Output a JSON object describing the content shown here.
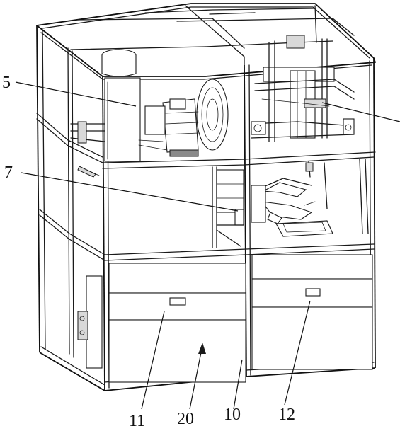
{
  "figure": {
    "labels": {
      "l5": "5",
      "l7": "7",
      "l11": "11",
      "l20": "20",
      "l10": "10",
      "l12": "12"
    }
  }
}
